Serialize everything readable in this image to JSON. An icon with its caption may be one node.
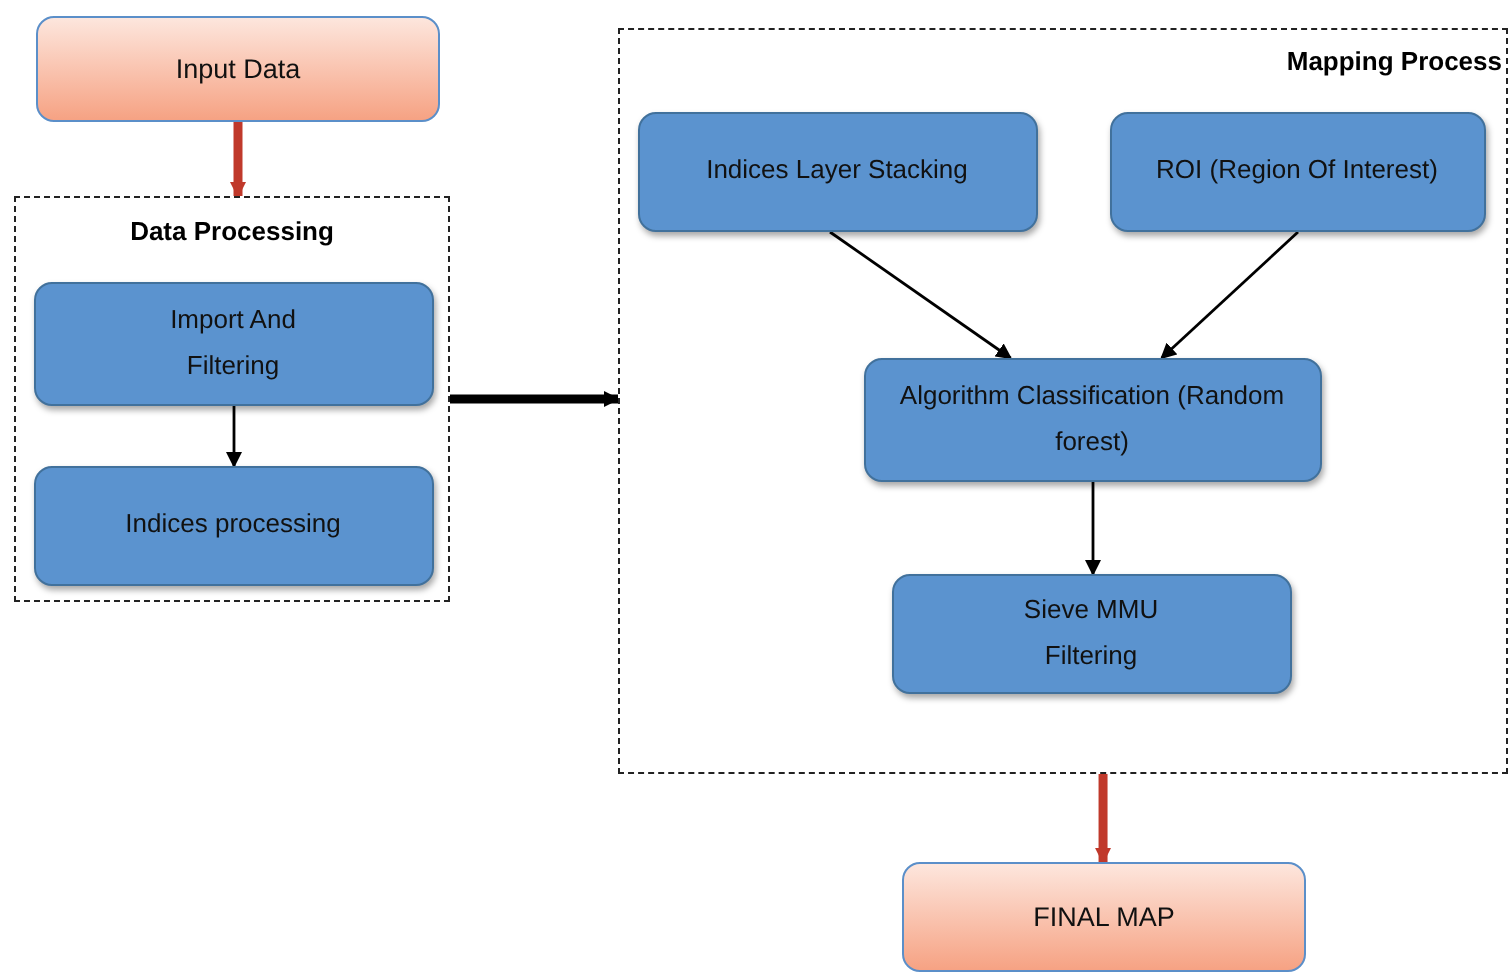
{
  "diagram": {
    "nodes": [
      {
        "text": [
          "Input Data"
        ]
      },
      {
        "text": [
          "Data Processing"
        ]
      },
      {
        "text": [
          "Import And Filtering"
        ],
        "in": 1
      },
      {
        "text": [
          "Indices processing"
        ],
        "in": 1
      },
      {
        "text": [
          "Mapping Process"
        ]
      },
      {
        "text": [
          "Indices Layer Stacking"
        ],
        "in": 4
      },
      {
        "text": [
          "ROI (Region Of Interest)"
        ],
        "in": 4
      },
      {
        "text": [
          "Algorithm Classification (Random forest)"
        ],
        "in": 4
      },
      {
        "text": [
          "Sieve MMU Filtering"
        ],
        "in": 4
      },
      {
        "text": [
          "FINAL MAP"
        ]
      }
    ],
    "edges": [
      {
        "from": 0,
        "to": 1,
        "arrow": "to",
        "style": "thick",
        "color": "#c0392b"
      },
      {
        "from": 2,
        "to": 3,
        "arrow": "to"
      },
      {
        "from": 1,
        "to": 4,
        "arrow": "to",
        "style": "thick"
      },
      {
        "from": 5,
        "to": 7,
        "arrow": "to"
      },
      {
        "from": 6,
        "to": 7,
        "arrow": "to"
      },
      {
        "from": 7,
        "to": 8,
        "arrow": "to"
      },
      {
        "from": 4,
        "to": 9,
        "arrow": "to",
        "style": "thick",
        "color": "#c0392b"
      }
    ]
  }
}
